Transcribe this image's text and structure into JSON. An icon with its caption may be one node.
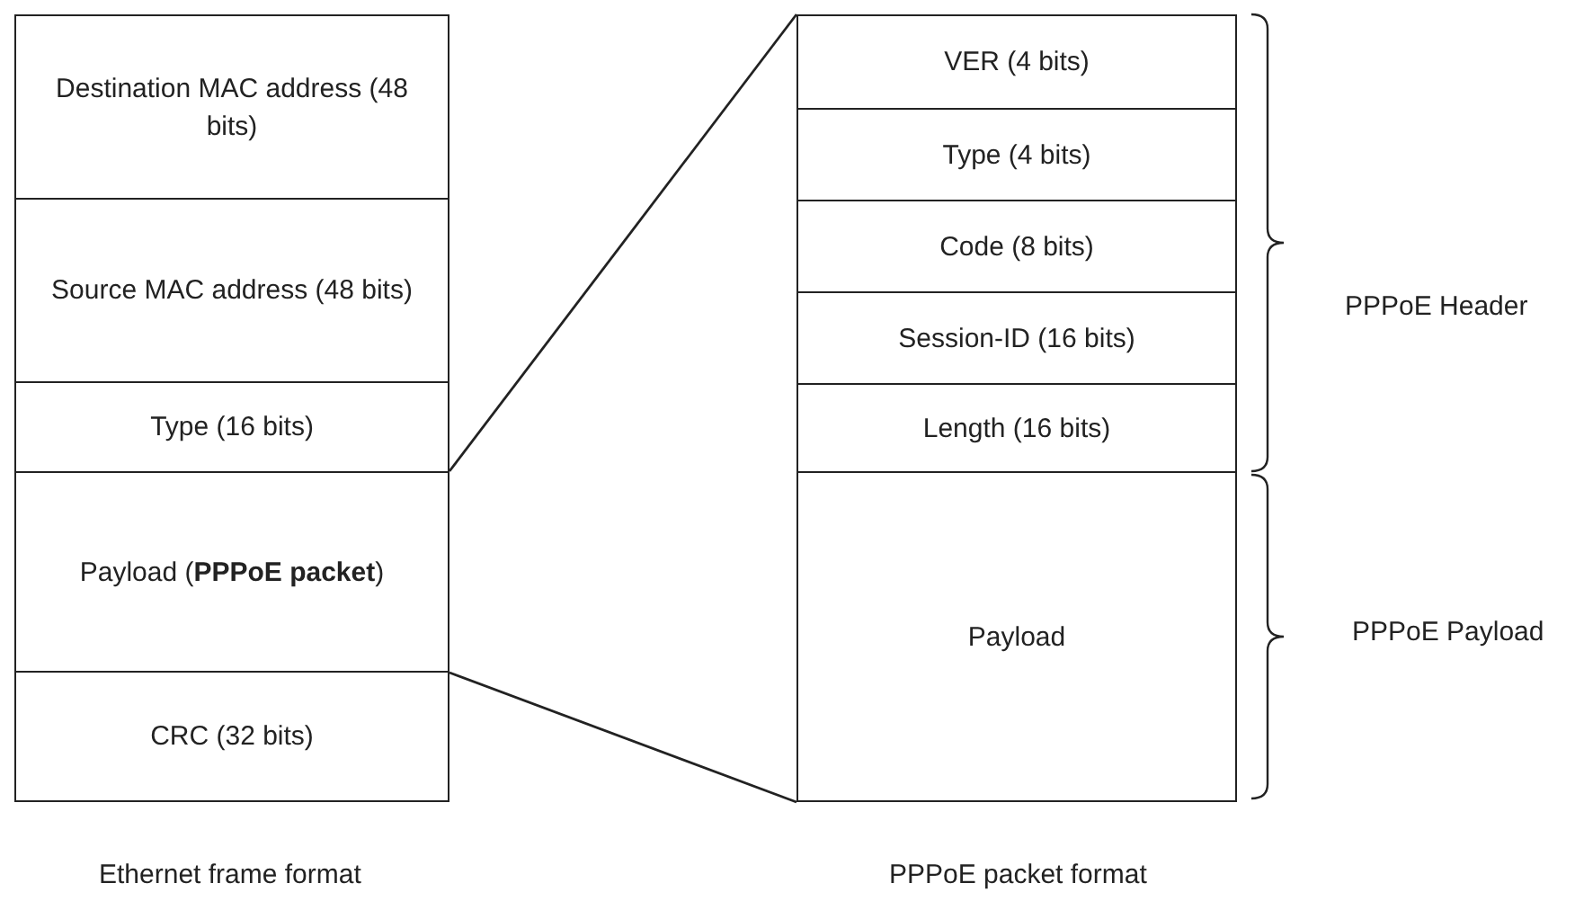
{
  "diagram": {
    "nodes": [
      {
        "text": [
          "Destination MAC address (48 bits)"
        ]
      },
      {
        "text": [
          "Source MAC address (48 bits)"
        ]
      },
      {
        "text": [
          "Type (16 bits)"
        ]
      },
      {
        "text": [
          "Payload (**PPPoE packet**)"
        ]
      },
      {
        "text": [
          "CRC (32 bits)"
        ]
      },
      {
        "text": [
          "VER (4 bits)"
        ]
      },
      {
        "text": [
          "Type (4 bits)"
        ]
      },
      {
        "text": [
          "Code (8 bits)"
        ]
      },
      {
        "text": [
          "Session-ID (16 bits)"
        ]
      },
      {
        "text": [
          "Length (16 bits)"
        ]
      },
      {
        "text": [
          "Payload"
        ]
      }
    ],
    "edges": [
      {
        "from": 3,
        "to": 5,
        "arrow": "none"
      },
      {
        "from": 3,
        "to": 10,
        "arrow": "none"
      }
    ],
    "labels": [
      "PPPoE Header",
      "PPPoE Payload",
      "Ethernet frame format",
      "PPPoE packet format"
    ]
  }
}
